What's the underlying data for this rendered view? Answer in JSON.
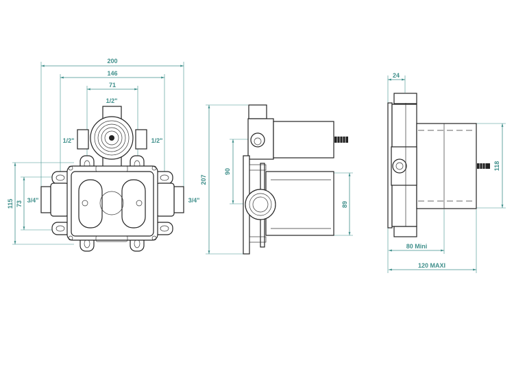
{
  "front_view": {
    "dim_width_total": "200",
    "dim_width_mid": "146",
    "dim_width_inner": "71",
    "dim_height_total": "115",
    "dim_height_inner": "73",
    "port_top": "1/2\"",
    "port_left": "1/2\"",
    "port_right": "1/2\"",
    "inlet_left": "3/4\"",
    "inlet_right": "3/4\""
  },
  "side_view": {
    "dim_height_total": "207",
    "dim_offset": "90",
    "dim_cover": "89"
  },
  "right_view": {
    "dim_top": "24",
    "dim_height": "118",
    "dim_min_depth": "80 Mini",
    "dim_max_depth": "120 MAXI"
  },
  "colors": {
    "dimension": "#3f8f8b",
    "outline": "#222222"
  }
}
